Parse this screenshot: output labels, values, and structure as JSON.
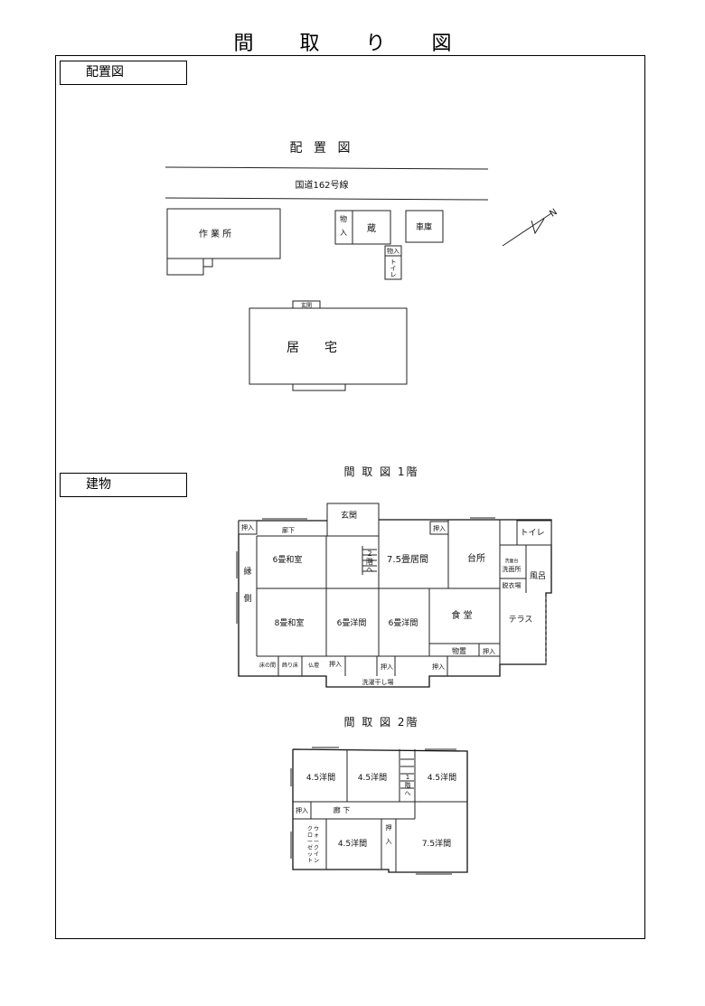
{
  "title": "間 取 り 図",
  "sections": {
    "site_label": "配置図",
    "building_label": "建物"
  },
  "site_plan": {
    "heading": "配 置 図",
    "road": "国道162号線",
    "workshop": "作 業 所",
    "storage_small": [
      "物",
      "入"
    ],
    "warehouse": "蔵",
    "garage": "車庫",
    "storage2": "物入",
    "toilet": [
      "ト",
      "イ",
      "レ"
    ],
    "entrance": "玄関",
    "residence": "居　　宅",
    "north_mark": "N"
  },
  "floor1": {
    "heading": "間 取 図 1階",
    "rooms": {
      "entrance": "玄関",
      "corridor": "廊下",
      "oshiire_tl": "押入",
      "tatami6": "6畳和室",
      "stairs": [
        "2",
        "階",
        "へ"
      ],
      "living": "7.5畳居間",
      "oshiire_living": "押入",
      "kitchen": "台所",
      "toilet": "トイレ",
      "wash_label": "洗面所",
      "wash_small": "洗面台",
      "dressing": "脱衣場",
      "bath": "風呂",
      "engawa": [
        "縁",
        "側"
      ],
      "tatami8": "8畳和室",
      "western6a": "6畳洋間",
      "western6b": "6畳洋間",
      "dining": "食 堂",
      "terrace": "テラス",
      "storage": "物置",
      "oshiire_storage": "押入",
      "tokonoma": "床の間",
      "kazaridoko": "飾り床",
      "butsudan": "仏壇",
      "oshiire_b1": "押入",
      "oshiire_b2": "押入",
      "oshiire_b3": "押入",
      "laundry": "洗濯干し場"
    }
  },
  "floor2": {
    "heading": "間 取 図 2階",
    "rooms": {
      "w1": "4.5洋間",
      "w2": "4.5洋間",
      "stairs": [
        "1",
        "階",
        "へ"
      ],
      "w3": "4.5洋間",
      "oshiire_l": "押入",
      "corridor": "廊 下",
      "walkin": [
        "ウ",
        "ォ",
        "ー",
        "ク",
        "イ",
        "ン",
        "ク",
        "ロ",
        "ー",
        "ゼ",
        "ッ",
        "ト"
      ],
      "w4": "4.5洋間",
      "oshiire_m": [
        "押",
        "入"
      ],
      "w5": "7.5洋間"
    }
  }
}
